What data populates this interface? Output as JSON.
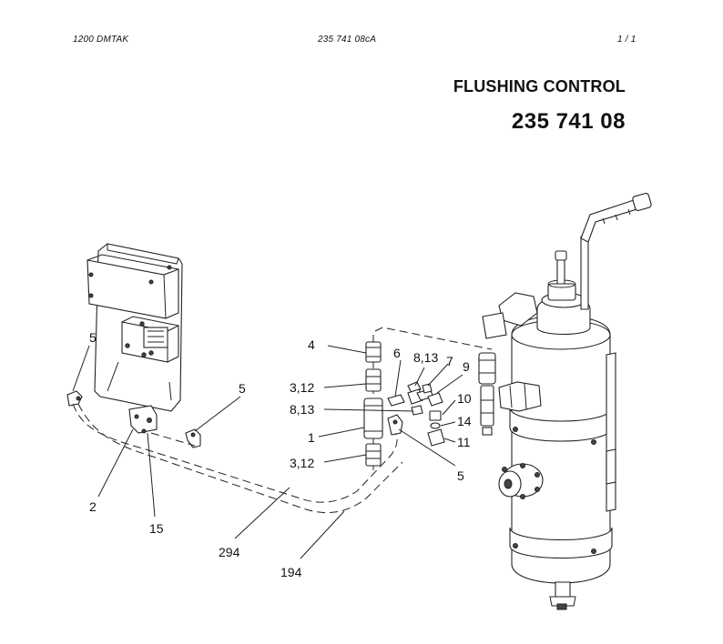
{
  "header": {
    "left": "1200 DMTAK",
    "center": "235 741 08cA",
    "page": "1 /   1"
  },
  "title": "FLUSHING CONTROL",
  "part_number": "235 741 08",
  "callouts": {
    "c5_left": "5",
    "c5_mid": "5",
    "c2": "2",
    "c15": "15",
    "c294": "294",
    "c194": "194",
    "c4": "4",
    "c6": "6",
    "c8_13_top": "8,13",
    "c7": "7",
    "c9": "9",
    "c3_12_top": "3,12",
    "c8_13_mid": "8,13",
    "c10": "10",
    "c14": "14",
    "c1": "1",
    "c11": "11",
    "c3_12_bot": "3,12",
    "c5_right": "5"
  }
}
